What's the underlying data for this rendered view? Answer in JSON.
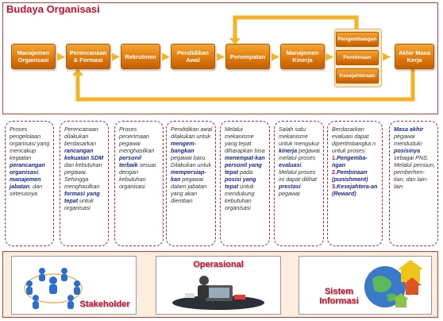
{
  "title": "Budaya Organisasi",
  "process": [
    {
      "id": "manajemen-organisasi",
      "label": "Manajemen Organisasi"
    },
    {
      "id": "perencanaan-formasi",
      "label": "Perencanaan & Formasi"
    },
    {
      "id": "rekrutmen",
      "label": "Rekrutmen"
    },
    {
      "id": "pendidikan-awal",
      "label": "Pendidikan Awal"
    },
    {
      "id": "penempatan",
      "label": "Penempatan"
    },
    {
      "id": "manajemen-kinerja",
      "label": "Manajemen Kinerja"
    },
    {
      "id": "akhir-masa-kerja",
      "label": "Akhir Masa Kerja"
    }
  ],
  "stack": [
    "Pengembangan",
    "Pembinaan",
    "Kesejahteraan"
  ],
  "descriptions": [
    {
      "parts": [
        [
          "t",
          "Proses pengelolaan organisasi yang mencakup kegiatan "
        ],
        [
          "b",
          "perancangan organisasi"
        ],
        [
          "t",
          ", "
        ],
        [
          "b",
          "manajemen jabatan"
        ],
        [
          "t",
          ", dan seterusnya"
        ]
      ]
    },
    {
      "parts": [
        [
          "t",
          "Perencanaan dilakukan berdasarkan "
        ],
        [
          "b",
          "rancangan kekuatan SDM"
        ],
        [
          "t",
          " dan kebutuhan pegawai. Sehingga menghasilkan "
        ],
        [
          "b",
          "formasi yang tepat"
        ],
        [
          "t",
          " untuk organisasi"
        ]
      ]
    },
    {
      "parts": [
        [
          "t",
          "Proses penerimaan pegawai menghasilkan "
        ],
        [
          "b",
          "personil terbaik"
        ],
        [
          "t",
          " sesuai dengan kebutuhan organisasi"
        ]
      ]
    },
    {
      "parts": [
        [
          "t",
          "Pendidikan awal dilakukan untuk "
        ],
        [
          "b",
          "mengem-bangkan"
        ],
        [
          "t",
          " pegawai baru. Dilakukan untuk "
        ],
        [
          "b",
          "mempersiap-kan"
        ],
        [
          "t",
          " pegawai dalam jabatan yang akan diemban"
        ]
      ]
    },
    {
      "parts": [
        [
          "t",
          "Melalui mekanisme yang tepat diharapkan bisa "
        ],
        [
          "b",
          "menempat-kan personil yang tepat"
        ],
        [
          "t",
          " pada "
        ],
        [
          "b",
          "posisi yang tepat"
        ],
        [
          "t",
          " untuk mendukung kebutuhan organisasi"
        ]
      ]
    },
    {
      "parts": [
        [
          "t",
          "Salah satu mekanisme untuk mengukur "
        ],
        [
          "b",
          "kinerja"
        ],
        [
          "t",
          " pegawai melalui proses "
        ],
        [
          "b",
          "evaluasi"
        ],
        [
          "t",
          ". Melalui proses ini dapat dilihat "
        ],
        [
          "b",
          "prestasi"
        ],
        [
          "t",
          " pegawai"
        ]
      ]
    },
    {
      "intro": "Berdasarkan evaluasi dapat dipertimbangka n untuk proses:",
      "items": [
        [
          "1.",
          "Pengemba-ngan"
        ],
        [
          "2.",
          "Pembinaan (punishment)"
        ],
        [
          "3.",
          "Kesejahtera-an (Reward)"
        ]
      ]
    },
    {
      "parts": [
        [
          "b",
          "Masa akhir"
        ],
        [
          "t",
          " pegawai menduduki "
        ],
        [
          "b",
          "posisinya"
        ],
        [
          "t",
          " sebagai PNS. Melalui pensiun, pemberhen-tian, dan lain-lain"
        ]
      ]
    }
  ],
  "panels": [
    {
      "id": "stakeholder",
      "label": "Stakeholder",
      "icon": "people-network-icon"
    },
    {
      "id": "operasional",
      "label": "Operasional",
      "icon": "office-operator-icon"
    },
    {
      "id": "sistem-informasi",
      "label": "Sistem Informasi",
      "icon": "globe-houses-icon"
    }
  ],
  "colors": {
    "accent_red": "#c8102e",
    "box_orange": "#e07b0e",
    "arrow_yellow": "#f5b224",
    "emphasis_blue": "#1a2a8a"
  }
}
